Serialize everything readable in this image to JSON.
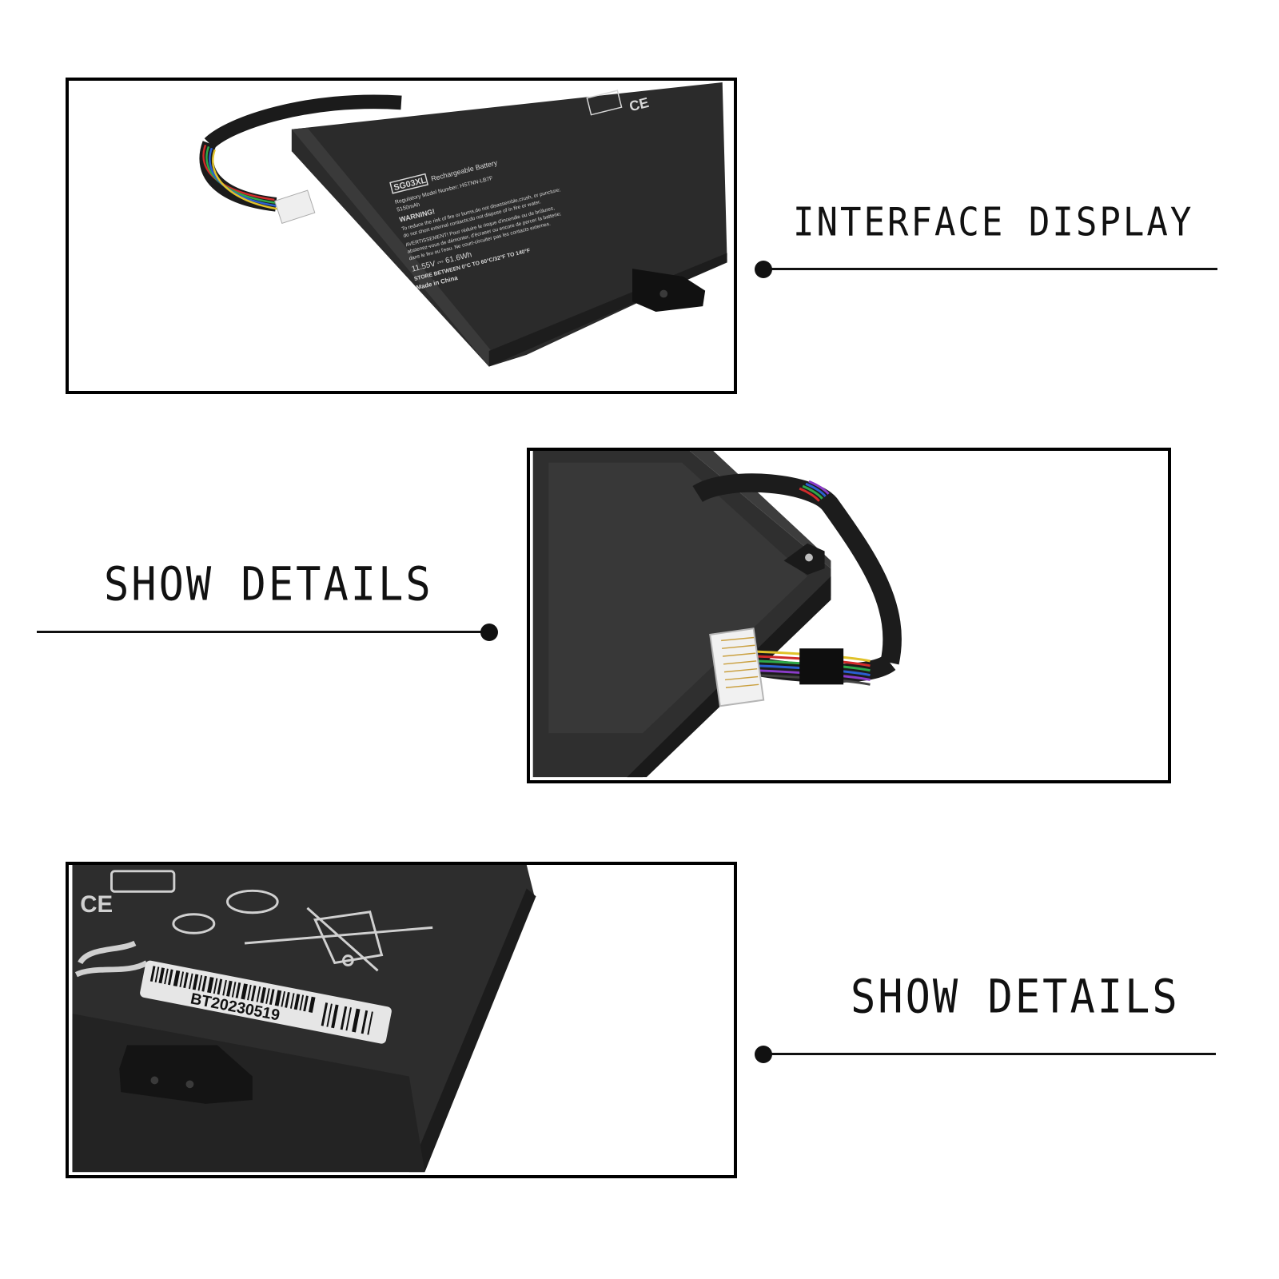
{
  "panel1": {
    "caption": "INTERFACE DISPLAY",
    "label": {
      "model": "SG03XL",
      "title": "Rechargeable Battery",
      "regulatory": "Regulatory Model Number: HSTNN-LB7F",
      "capacity": "5150mAh",
      "warning": "WARNING!",
      "warning_text_1": "To reduce the risk of fire or burns,do not disassemble,crush, or puncture;",
      "warning_text_2": "do not short external contacts;do not dispose of in fire or water.",
      "avertissement": "AVERTISSEMENT! Pour réduire le risque d'incendie ou de brûlures,",
      "fr_text": "abstenez-vous de démonter, d'écraser ou encore de percer la batterie;",
      "fr_text_2": "dans le feu ou l'eau. Ne court-circuiter pas les contacts externes.",
      "rating": "11.55V ⎓ 61.6Wh",
      "store": "STORE BETWEEN 0°C TO 60°C/32°F TO 140°F",
      "origin": "Made in China",
      "ce_mark": "CE"
    }
  },
  "panel2": {
    "caption": "SHOW DETAILS"
  },
  "panel3": {
    "caption": "SHOW DETAILS",
    "barcode_text": "BT20230519",
    "ce_mark": "CE"
  },
  "colors": {
    "battery_body": "#2b2b2b",
    "battery_edge": "#1a1a1a",
    "label_text": "#d8d8d8",
    "wire_red": "#d12b2b",
    "wire_green": "#2ea84a",
    "wire_blue": "#2b5fd1",
    "wire_yellow": "#e0c22b",
    "wire_purple": "#8a3cc9"
  }
}
